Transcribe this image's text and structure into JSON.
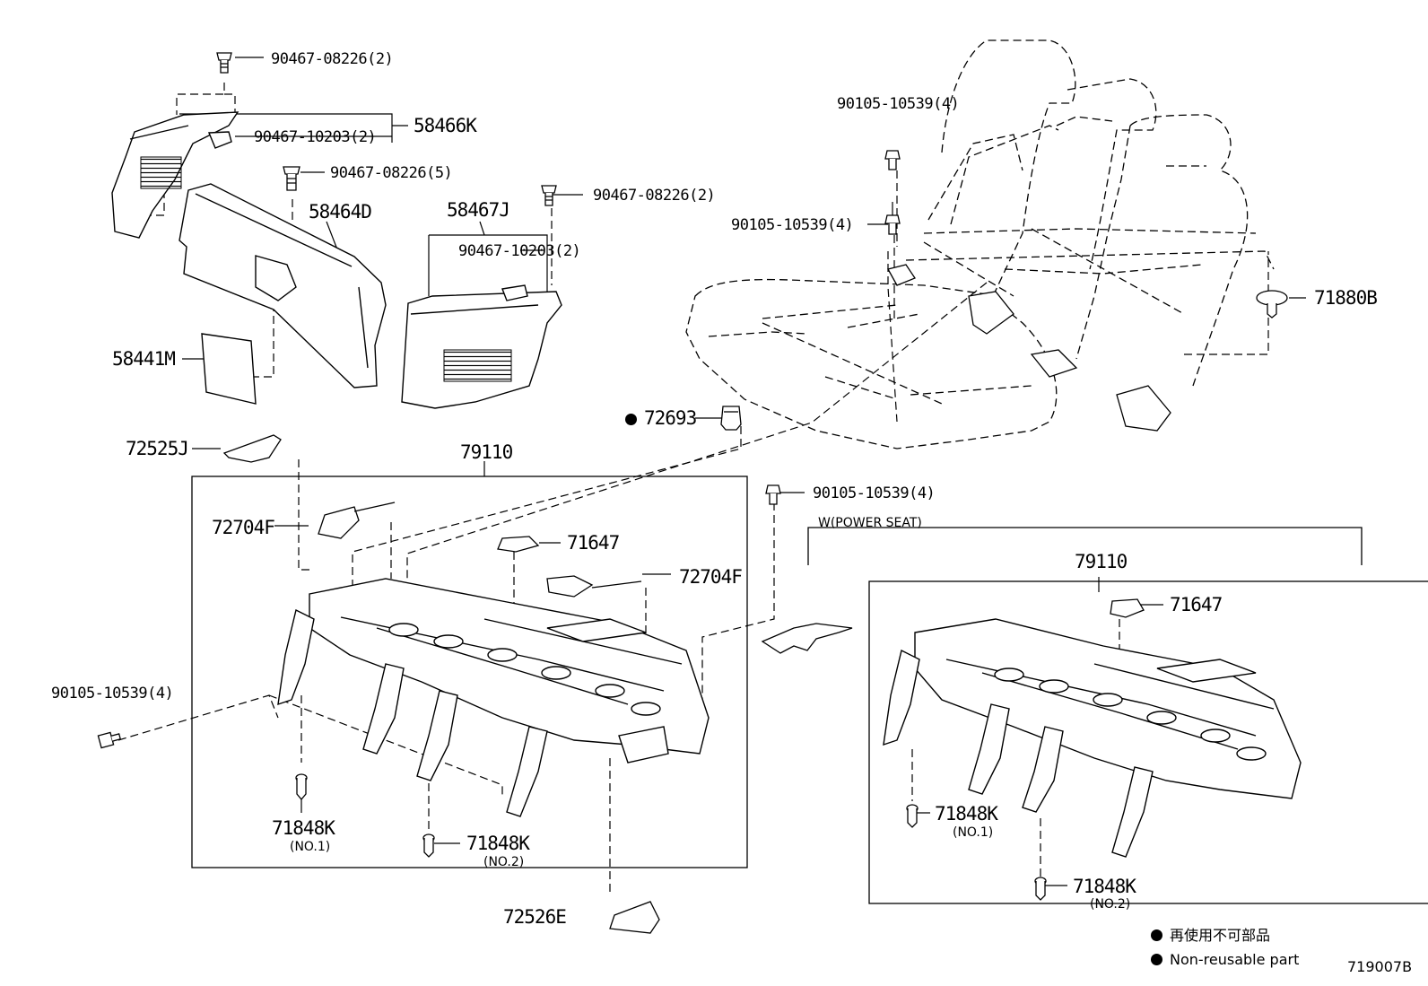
{
  "labels": {
    "p58466K": "58466K",
    "p58464D": "58464D",
    "p58467J": "58467J",
    "p58441M": "58441M",
    "b08226_a": "90467-08226(2)",
    "b10203_a": "90467-10203(2)",
    "b08226_b": "90467-08226(5)",
    "b08226_c": "90467-08226(2)",
    "b10203_b": "90467-10203(2)",
    "b10539_a": "90105-10539(4)",
    "b10539_b": "90105-10539(4)",
    "b10539_c": "90105-10539(4)",
    "b10539_d": "90105-10539(4)",
    "p71880B": "71880B",
    "p72693": "72693",
    "p72525J": "72525J",
    "p79110_a": "79110",
    "p72704F_a": "72704F",
    "p71647_a": "71647",
    "p72704F_b": "72704F",
    "p71848K_a": "71848K",
    "no1_a": "(NO.1)",
    "p71848K_b": "71848K",
    "no2_a": "(NO.2)",
    "p72526E": "72526E",
    "power_seat": "W(POWER SEAT)",
    "p79110_b": "79110",
    "p71647_b": "71647",
    "p71848K_c": "71848K",
    "no1_b": "(NO.1)",
    "p71848K_d": "71848K",
    "no2_b": "(NO.2)"
  },
  "legend": {
    "jp": "再使用不可部品",
    "en": "Non-reusable part"
  },
  "figure_id": "719007B"
}
